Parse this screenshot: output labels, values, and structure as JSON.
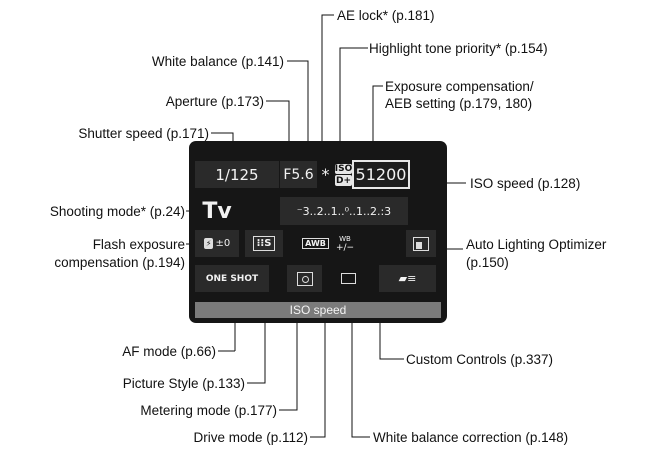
{
  "labels": {
    "ae_lock": "AE lock* (p.181)",
    "highlight_tone": "Highlight tone priority* (p.154)",
    "white_balance": "White balance (p.141)",
    "exposure_comp_line1": "Exposure compensation/",
    "exposure_comp_line2": "AEB setting (p.179, 180)",
    "aperture": "Aperture (p.173)",
    "shutter_speed": "Shutter speed (p.171)",
    "iso_speed": "ISO speed (p.128)",
    "shooting_mode": "Shooting mode* (p.24)",
    "flash_comp_line1": "Flash exposure",
    "flash_comp_line2": "compensation (p.194)",
    "alo_line1": "Auto Lighting Optimizer",
    "alo_line2": "(p.150)",
    "af_mode": "AF mode (p.66)",
    "custom_controls": "Custom Controls (p.337)",
    "picture_style": "Picture Style (p.133)",
    "metering_mode": "Metering mode (p.177)",
    "drive_mode": "Drive mode (p.112)",
    "wb_correction": "White balance correction (p.148)"
  },
  "screen": {
    "shutter": "1/125",
    "aperture": "F5.6",
    "ae_lock_symbol": "*",
    "iso_badge_top": "ISO",
    "highlight_badge": "D+",
    "iso_value": "51200",
    "mode": "Tv",
    "exposure_scale": "⁻3..2..1..⁰..1..2.:3",
    "flash_icon": "⚡±",
    "flash_value": "±0",
    "picture_style": "S",
    "awb": "AWB",
    "wb_shift": "WB",
    "af_mode": "ONE SHOT",
    "status_text": "ISO speed"
  }
}
